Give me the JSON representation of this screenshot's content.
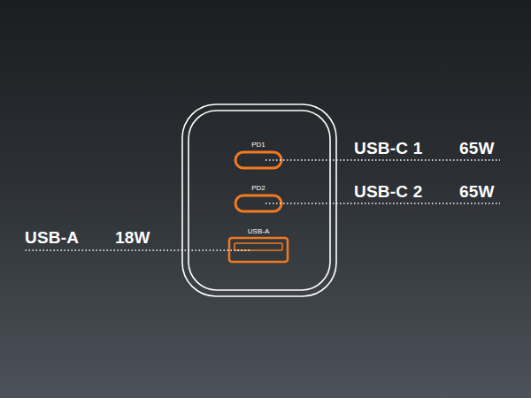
{
  "diagram": {
    "labels": [
      "PD1",
      "USB-C 1",
      "65W",
      "PD2",
      "USB-C 2",
      "65W",
      "USB-A",
      "18W",
      "USB-A"
    ]
  }
}
